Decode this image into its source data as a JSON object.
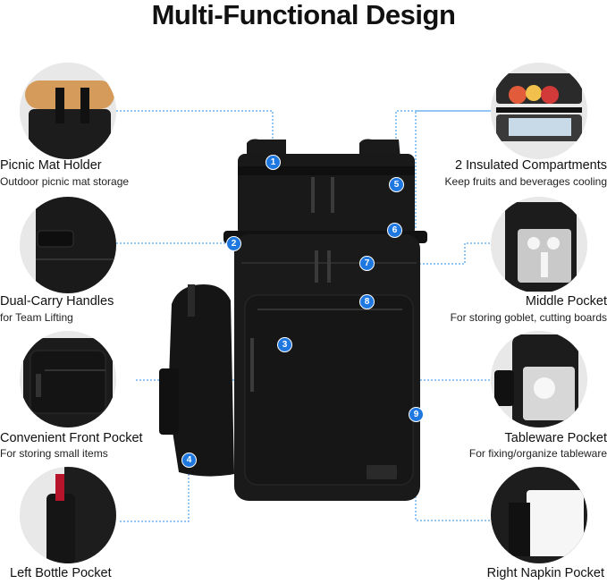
{
  "title": "Multi-Functional Design",
  "accent_color": "#1f78e0",
  "features": [
    {
      "num": "1",
      "label": "Picnic Mat Holder",
      "sub": "Outdoor picnic mat storage",
      "icon": "picnic-mat-holder-photo-icon"
    },
    {
      "num": "2",
      "label": "Dual-Carry Handles",
      "sub": "for Team Lifting",
      "icon": "carry-handle-photo-icon"
    },
    {
      "num": "3",
      "label": "Convenient Front Pocket",
      "sub": "For  storing small items",
      "icon": "front-pocket-photo-icon"
    },
    {
      "num": "4",
      "label": "Left Bottle Pocket",
      "sub": "",
      "icon": "bottle-pocket-photo-icon"
    },
    {
      "num": "5",
      "label": "2 Insulated Compartments",
      "sub": "Keep fruits and beverages cooling",
      "icon": "insulated-compartment-photo-icon"
    },
    {
      "num": "6",
      "label": "",
      "sub": "",
      "icon": ""
    },
    {
      "num": "7",
      "label": "Middle Pocket",
      "sub": "For storing goblet, cutting boards",
      "icon": "middle-pocket-photo-icon"
    },
    {
      "num": "8",
      "label": "Tableware Pocket",
      "sub": "For fixing/organize tableware",
      "icon": "tableware-pocket-photo-icon"
    },
    {
      "num": "9",
      "label": "Right Napkin Pocket",
      "sub": "",
      "icon": "napkin-pocket-photo-icon"
    }
  ],
  "product_icon": "cooler-backpack-icon"
}
